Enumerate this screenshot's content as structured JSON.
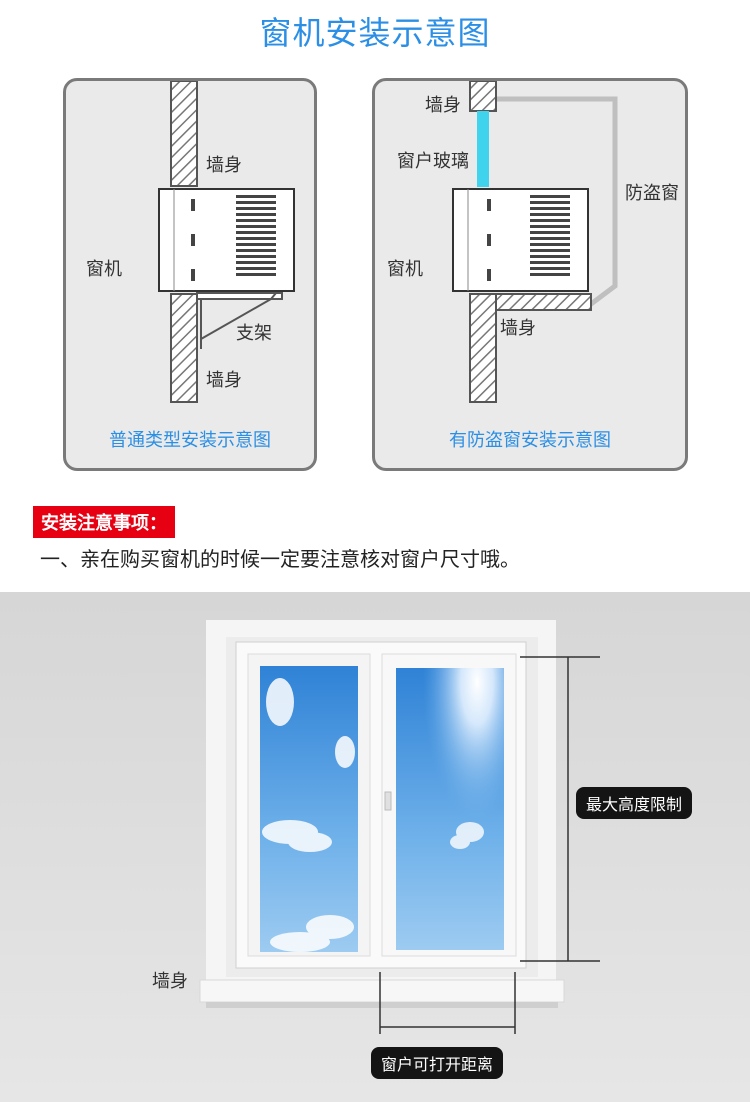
{
  "header": {
    "title": "窗机安装示意图"
  },
  "panels": [
    {
      "labels": {
        "wall_top": "墙身",
        "unit": "窗机",
        "bracket": "支架",
        "wall_bottom": "墙身"
      },
      "caption": "普通类型安装示意图"
    },
    {
      "labels": {
        "wall_top": "墙身",
        "glass": "窗户玻璃",
        "unit": "窗机",
        "guard": "防盗窗",
        "wall_bottom": "墙身"
      },
      "caption": "有防盗窗安装示意图"
    }
  ],
  "notice": {
    "title": "安装注意事项：",
    "text": "一、亲在购买窗机的时候一定要注意核对窗户尺寸哦。"
  },
  "photo": {
    "wall_label": "墙身",
    "height_label": "最大高度限制",
    "opening_label": "窗户可打开距离"
  },
  "colors": {
    "accent_blue": "#2b8fe6",
    "warning_red": "#e60012",
    "glass_cyan": "#3fd3ee",
    "label_bg": "#141414"
  }
}
